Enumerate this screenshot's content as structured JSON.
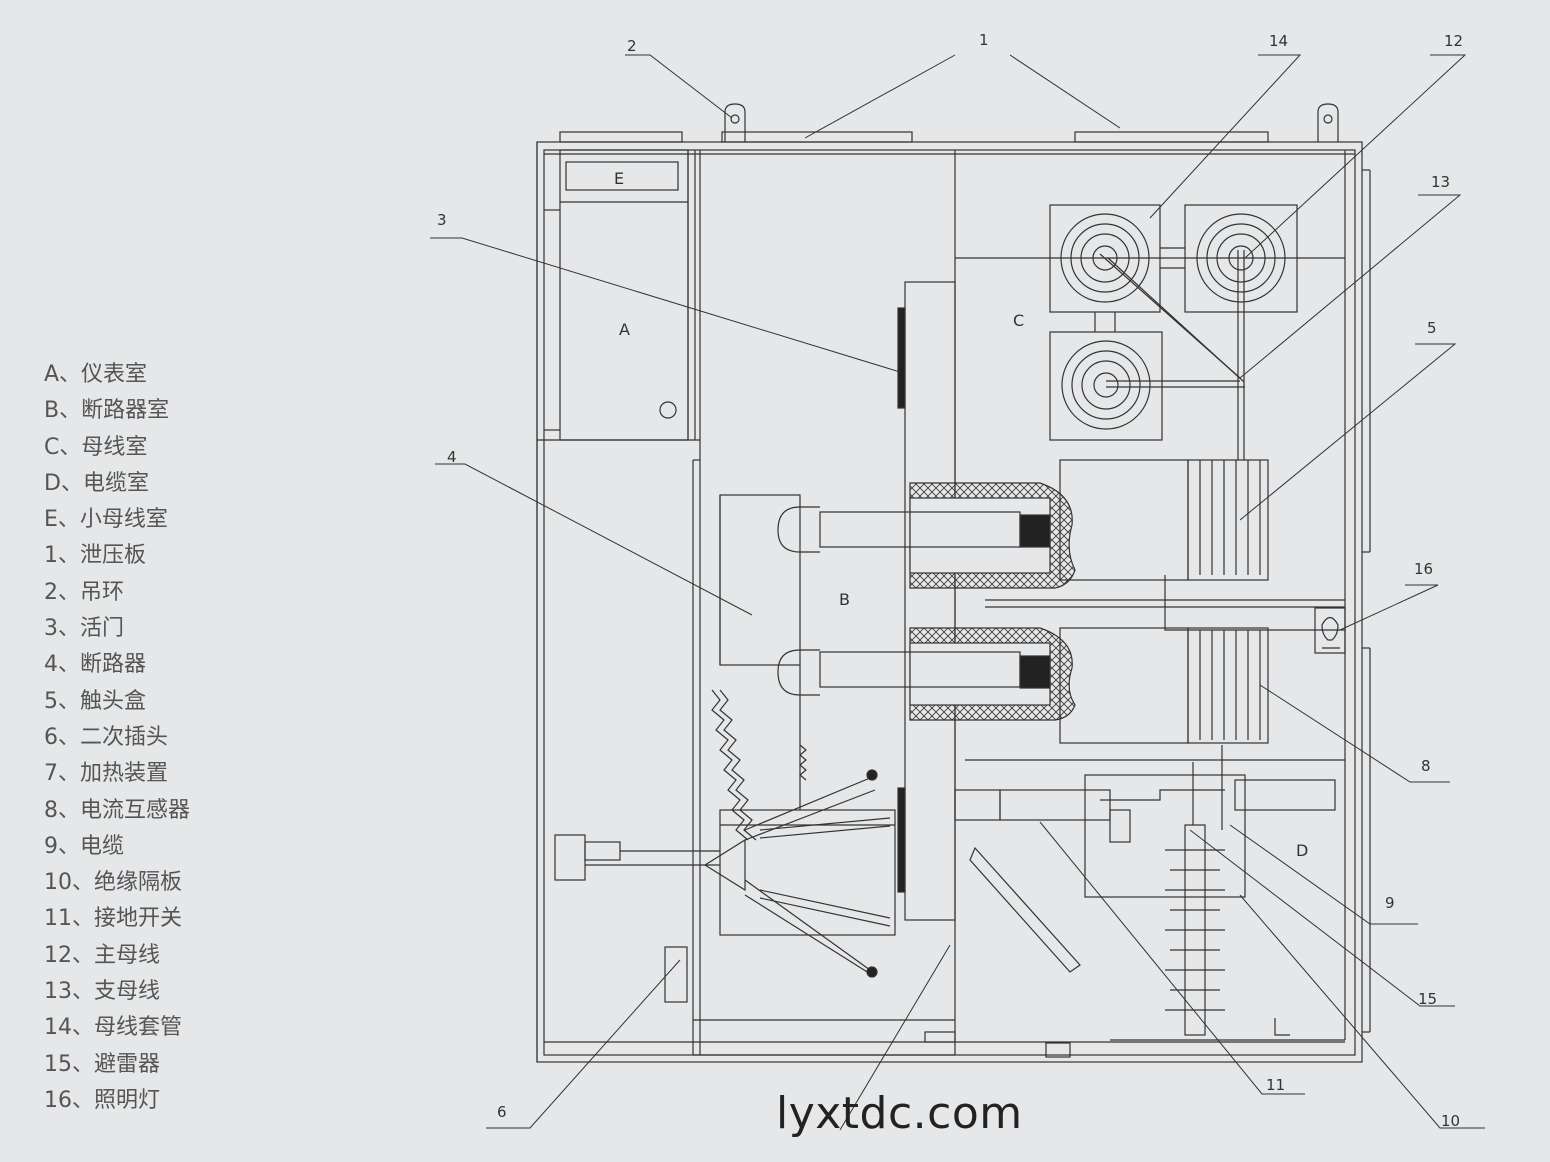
{
  "legend": [
    "A、仪表室",
    "B、断路器室",
    "C、母线室",
    "D、电缆室",
    "E、小母线室",
    "1、泄压板",
    "2、吊环",
    "3、活门",
    "4、断路器",
    "5、触头盒",
    "6、二次插头",
    "7、加热装置",
    "8、电流互感器",
    "9、电缆",
    "10、绝缘隔板",
    "11、接地开关",
    "12、主母线",
    "13、支母线",
    "14、母线套管",
    "15、避雷器",
    "16、照明灯"
  ],
  "zones": {
    "A": "A",
    "B": "B",
    "C": "C",
    "D": "D",
    "E": "E"
  },
  "callouts": {
    "c1": "1",
    "c2": "2",
    "c3": "3",
    "c4": "4",
    "c5": "5",
    "c6": "6",
    "c8": "8",
    "c9": "9",
    "c10": "10",
    "c11": "11",
    "c12": "12",
    "c13": "13",
    "c14": "14",
    "c15": "15",
    "c16": "16"
  },
  "watermark": "lyxtdc.com"
}
